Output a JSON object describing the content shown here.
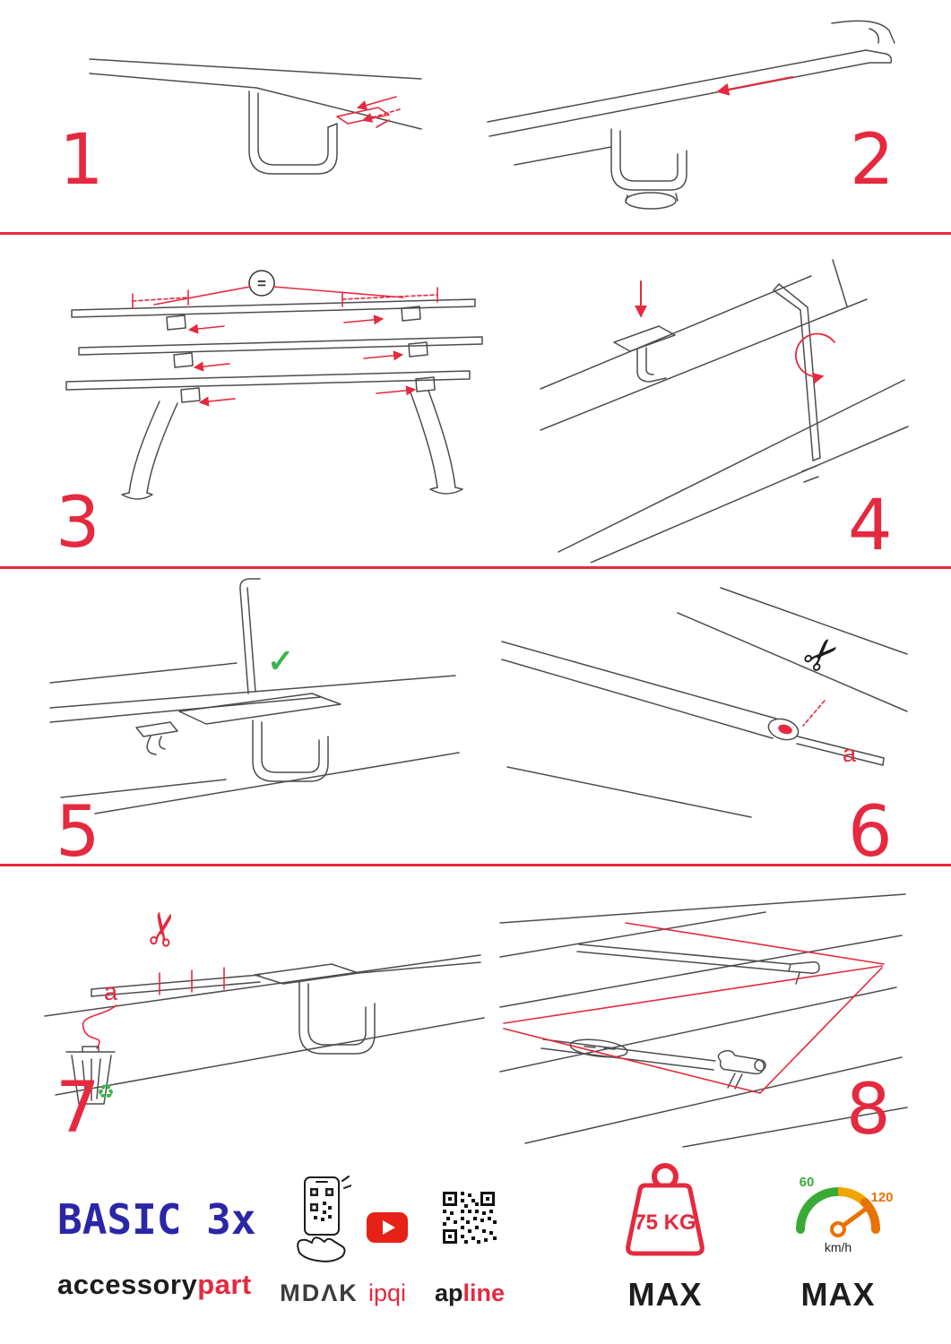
{
  "page": {
    "accent_red": "#e5293e",
    "logo_navy": "#2b26a8",
    "check_green": "#3bb54a",
    "youtube_red": "#e62117",
    "gauge_green": "#3aaa35",
    "gauge_orange": "#e87200"
  },
  "steps": [
    {
      "number": "1"
    },
    {
      "number": "2"
    },
    {
      "number": "3",
      "equal_label": "="
    },
    {
      "number": "4"
    },
    {
      "number": "5",
      "check_icon": "✓"
    },
    {
      "number": "6",
      "label_a": "a",
      "scissors_icon": "✂"
    },
    {
      "number": "7",
      "label_a": "a",
      "scissors_icon": "✂",
      "recycle_icon": "♻"
    },
    {
      "number": "8"
    }
  ],
  "footer": {
    "product_name": "BASIC 3x",
    "brand": {
      "black": "accessory",
      "red": "part"
    },
    "partners": {
      "mdak": "MDΛK",
      "ipqi": "ipqi",
      "apline_black": "ap",
      "apline_red": "line"
    },
    "weight": {
      "value": "75 KG",
      "label": "MAX"
    },
    "speed": {
      "unit": "km/h",
      "label": "MAX",
      "low": "60",
      "high": "120"
    }
  }
}
